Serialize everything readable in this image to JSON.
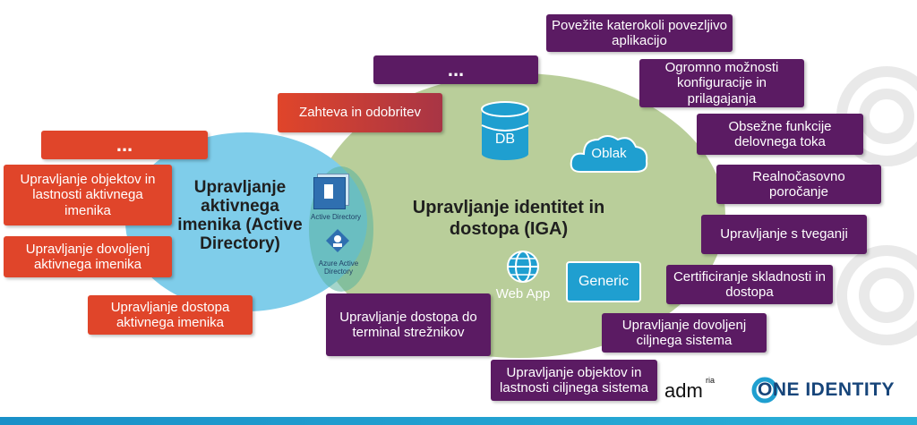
{
  "ad_section": {
    "title": "Upravljanje aktivnega imenika (Active Directory)",
    "ellipsis": "...",
    "items": [
      "Upravljanje objektov in lastnosti aktivnega imenika",
      "Upravljanje dovoljenj aktivnega imenika",
      "Upravljanje dostopa aktivnega imenika"
    ],
    "icons": {
      "active_directory_label": "Active Directory",
      "azure_label": "Azure Active Directory"
    }
  },
  "iga_section": {
    "title": "Upravljanje identitet in dostopa (IGA)",
    "ellipsis": "...",
    "request_box": "Zahteva in odobritev",
    "server_box": "Upravljanje dostopa do terminal strežnikov",
    "icons": {
      "db_label": "DB",
      "cloud_label": "Oblak",
      "webapp_label": "Web App",
      "generic_label": "Generic"
    },
    "right_items": [
      "Povežite katerokoli povezljivo aplikacijo",
      "Ogromno možnosti konfiguracije in prilagajanja",
      "Obsežne funkcije delovnega toka",
      "Realnočasovno poročanje",
      "Upravljanje s tveganji",
      "Certificiranje skladnosti in dostopa",
      "Upravljanje dovoljenj ciljnega sistema",
      "Upravljanje objektov in lastnosti ciljnega sistema"
    ]
  },
  "branding": {
    "adm_logo": "adm",
    "adm_logo_sub": "ria",
    "one_identity_logo": "ONE IDENTITY"
  },
  "colors": {
    "purple": "#5b1b63",
    "orange": "#e0452a",
    "green_ellipse": "#b9ce9a",
    "blue_ellipse": "#7fcdea",
    "teal": "#1f9fd0"
  }
}
